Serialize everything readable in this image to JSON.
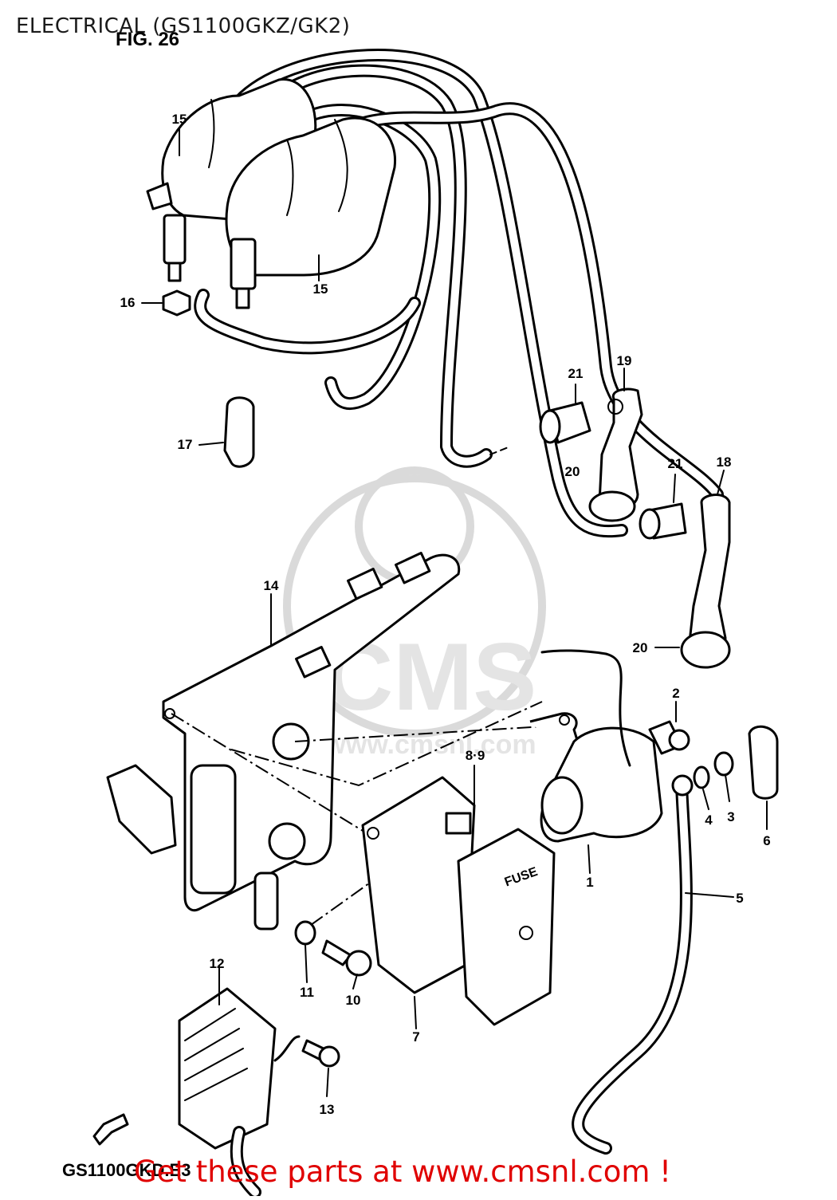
{
  "header": {
    "title": "ELECTRICAL (GS1100GKZ/GK2)",
    "figure": "FIG. 26"
  },
  "watermark": {
    "text": "CMS",
    "url_text": "www.cmsnl.com",
    "color": "#d6d6d6"
  },
  "diagram": {
    "callouts": [
      "15",
      "15",
      "16",
      "17",
      "21",
      "19",
      "20",
      "21",
      "18",
      "20",
      "14",
      "2",
      "8·9",
      "4",
      "3",
      "6",
      "1",
      "5",
      "12",
      "11",
      "10",
      "7",
      "13"
    ]
  },
  "footer": {
    "model_code": "GS1100GKD.E3",
    "link_text": "Get these parts at www.cmsnl.com !",
    "link_color": "#e00000"
  }
}
